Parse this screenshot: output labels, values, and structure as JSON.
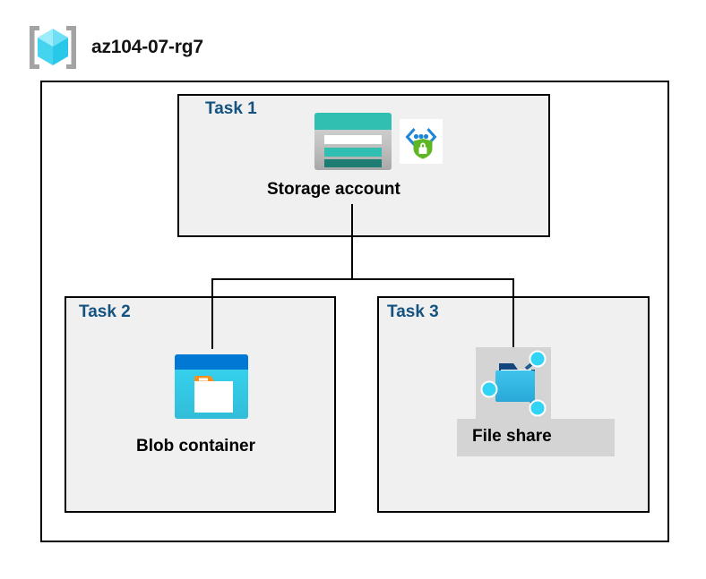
{
  "header": {
    "icon": "resource-group-icon",
    "title": "az104-07-rg7"
  },
  "diagram": {
    "type": "azure-architecture",
    "container_label": "az104-07-rg7",
    "nodes": [
      {
        "id": "task1",
        "task_label": "Task 1",
        "caption": "Storage account",
        "icon": "storage-account-icon",
        "badge_icon": "secure-endpoint-icon",
        "highlighted": false
      },
      {
        "id": "task2",
        "task_label": "Task 2",
        "caption": "Blob container",
        "icon": "blob-container-icon",
        "highlighted": false
      },
      {
        "id": "task3",
        "task_label": "Task 3",
        "caption": "File share",
        "icon": "file-share-icon",
        "highlighted": true
      }
    ],
    "connections": [
      {
        "from": "task1",
        "to": "task2"
      },
      {
        "from": "task1",
        "to": "task3"
      }
    ]
  },
  "colors": {
    "task_label": "#14527f",
    "box_fill": "#f0f0f0",
    "box_border": "#000000",
    "canvas": "#ffffff",
    "selection": "#d4d4d4",
    "storage_teal": "#2fbfb0",
    "storage_teal_dark": "#1f7a70",
    "blob_blue": "#0078d4",
    "blob_cyan": "#32d4f5",
    "blob_orange": "#f78d1e",
    "shield_green": "#5fb624",
    "bracket_gray": "#a0a0a0",
    "cube_cyan": "#50e6ff"
  }
}
